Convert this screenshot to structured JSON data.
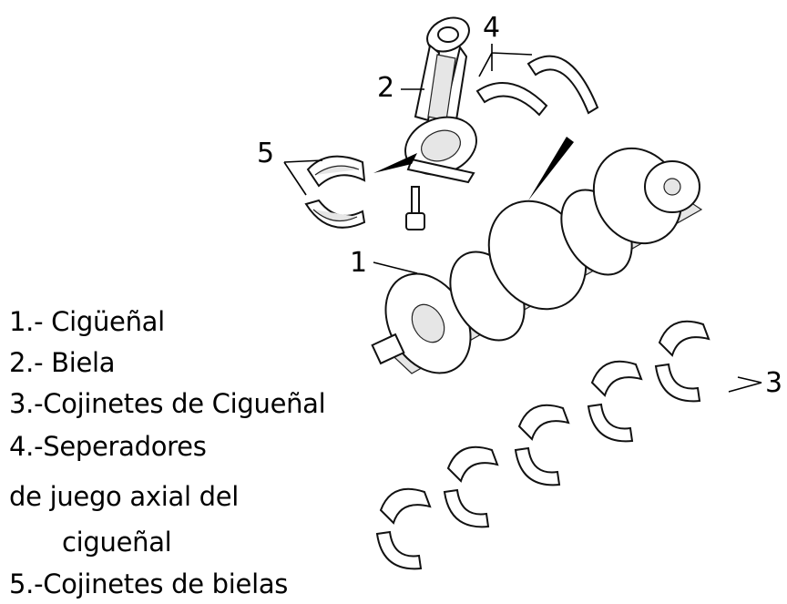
{
  "callouts": [
    "1",
    "2",
    "3",
    "4",
    "5"
  ],
  "legend": [
    "1.- Cigüeñal",
    "2.- Biela",
    "3.-Cojinetes de Cigueñal",
    "4.-Seperadores",
    "de juego axial del",
    "cigueñal",
    "5.-Cojinetes de bielas"
  ],
  "colors": {
    "ink": "#000000",
    "background": "#ffffff",
    "shading": "#e6e6e6"
  }
}
